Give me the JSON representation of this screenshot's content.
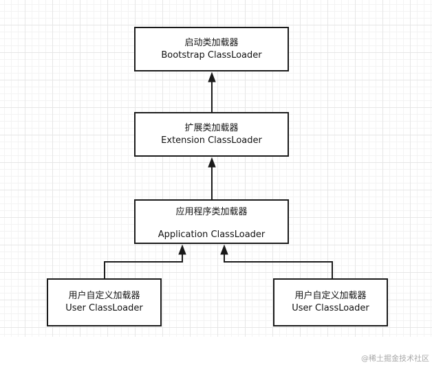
{
  "diagram": {
    "nodes": {
      "bootstrap": {
        "line1": "启动类加载器",
        "line2": "Bootstrap ClassLoader"
      },
      "extension": {
        "line1": "扩展类加载器",
        "line2": "Extension ClassLoader"
      },
      "application": {
        "line1": "应用程序类加载器",
        "line2": "Application ClassLoader"
      },
      "user_left": {
        "line1": "用户自定义加载器",
        "line2": "User ClassLoader"
      },
      "user_right": {
        "line1": "用户自定义加载器",
        "line2": "User ClassLoader"
      }
    },
    "edges": [
      {
        "from": "extension",
        "to": "bootstrap"
      },
      {
        "from": "application",
        "to": "extension"
      },
      {
        "from": "user_left",
        "to": "application"
      },
      {
        "from": "user_right",
        "to": "application"
      }
    ],
    "colors": {
      "stroke": "#1a1a1a",
      "grid": "#e6e6e6",
      "background": "#ffffff"
    }
  },
  "watermark": "@稀土掘金技术社区"
}
